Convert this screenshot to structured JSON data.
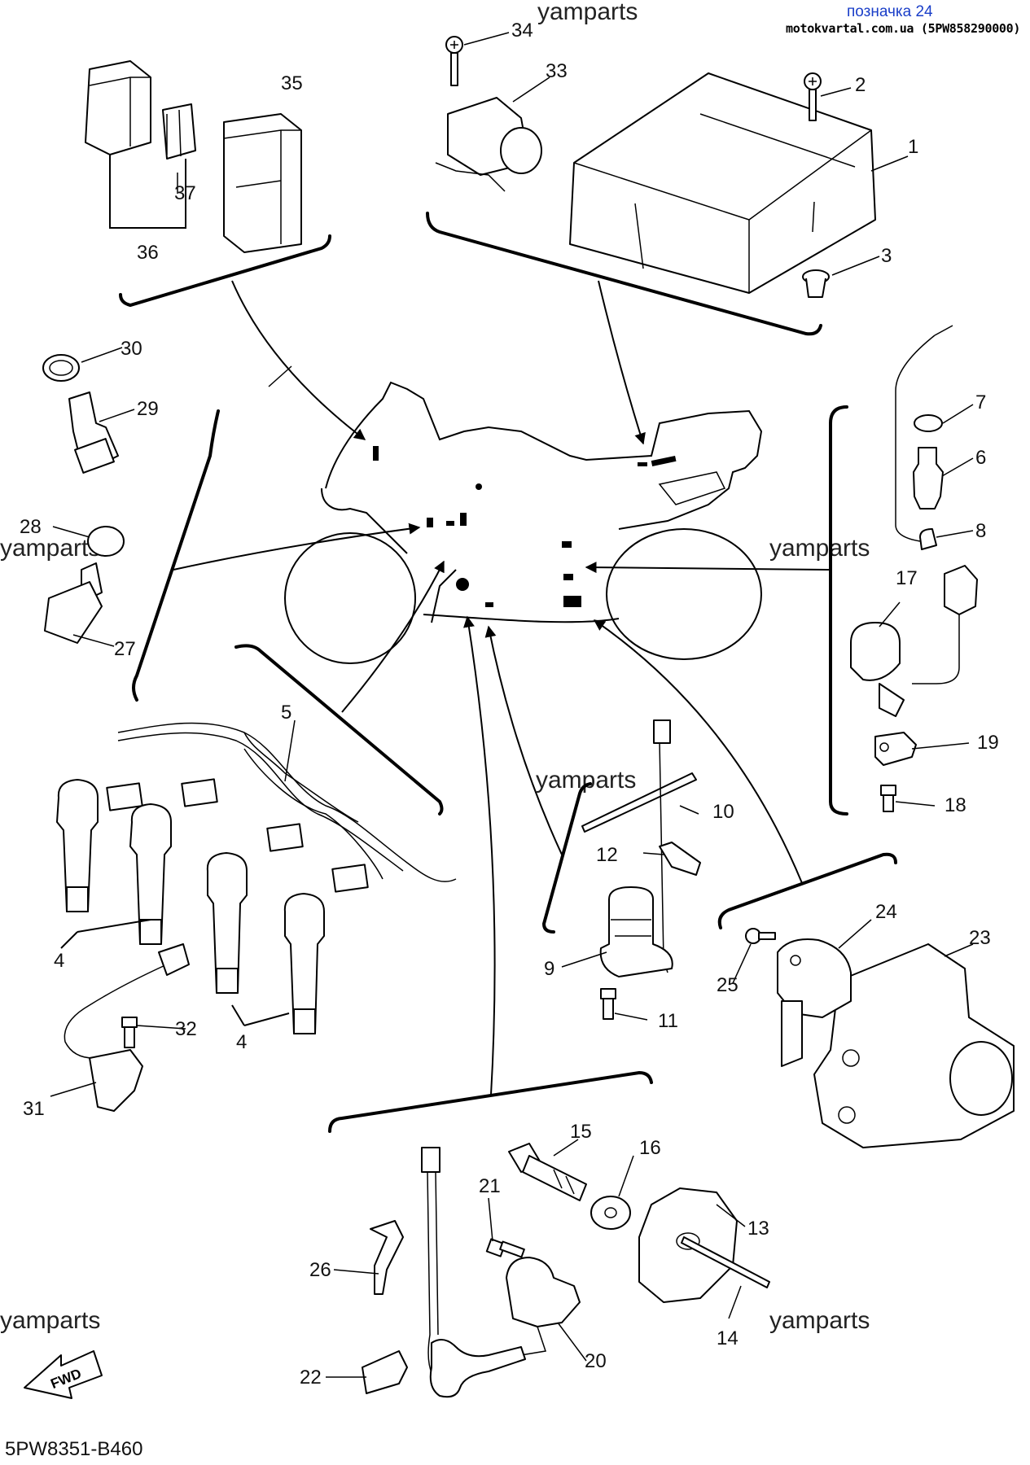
{
  "header": {
    "link_text": "позначка 24",
    "site_text": "motokvartal.com.ua (5PW858290000)"
  },
  "watermarks": [
    "yamparts",
    "yamparts",
    "yamparts",
    "yamparts",
    "yamparts",
    "yamparts"
  ],
  "diagram_code": "5PW8351-B460",
  "fwd_label": "FWD",
  "callouts": [
    "1",
    "2",
    "3",
    "4",
    "4",
    "5",
    "6",
    "7",
    "8",
    "9",
    "10",
    "11",
    "12",
    "13",
    "14",
    "15",
    "16",
    "17",
    "18",
    "19",
    "20",
    "21",
    "22",
    "23",
    "24",
    "25",
    "26",
    "27",
    "28",
    "29",
    "30",
    "31",
    "32",
    "33",
    "34",
    "35",
    "36",
    "37"
  ]
}
